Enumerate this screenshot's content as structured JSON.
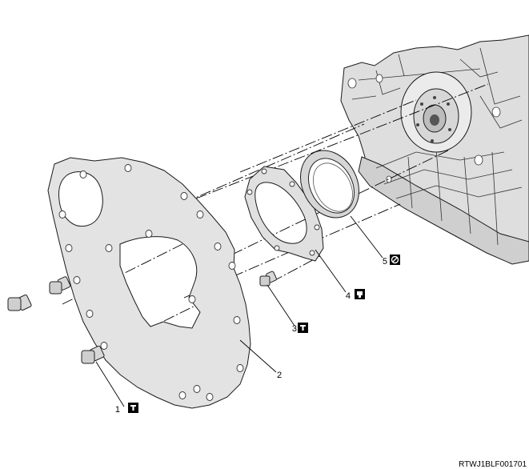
{
  "figure_code": "RTWJ1BLF001701",
  "callouts": [
    {
      "number": "1",
      "icon": "torque-icon"
    },
    {
      "number": "2",
      "icon": ""
    },
    {
      "number": "3",
      "icon": "torque-icon"
    },
    {
      "number": "4",
      "icon": "sealant-icon"
    },
    {
      "number": "5",
      "icon": "do-not-reuse-icon"
    }
  ],
  "colors": {
    "line": "#1a1a1a",
    "plate_fill": "#e3e3e3",
    "engine_fill": "#dedede",
    "icon_bg": "#000000"
  }
}
